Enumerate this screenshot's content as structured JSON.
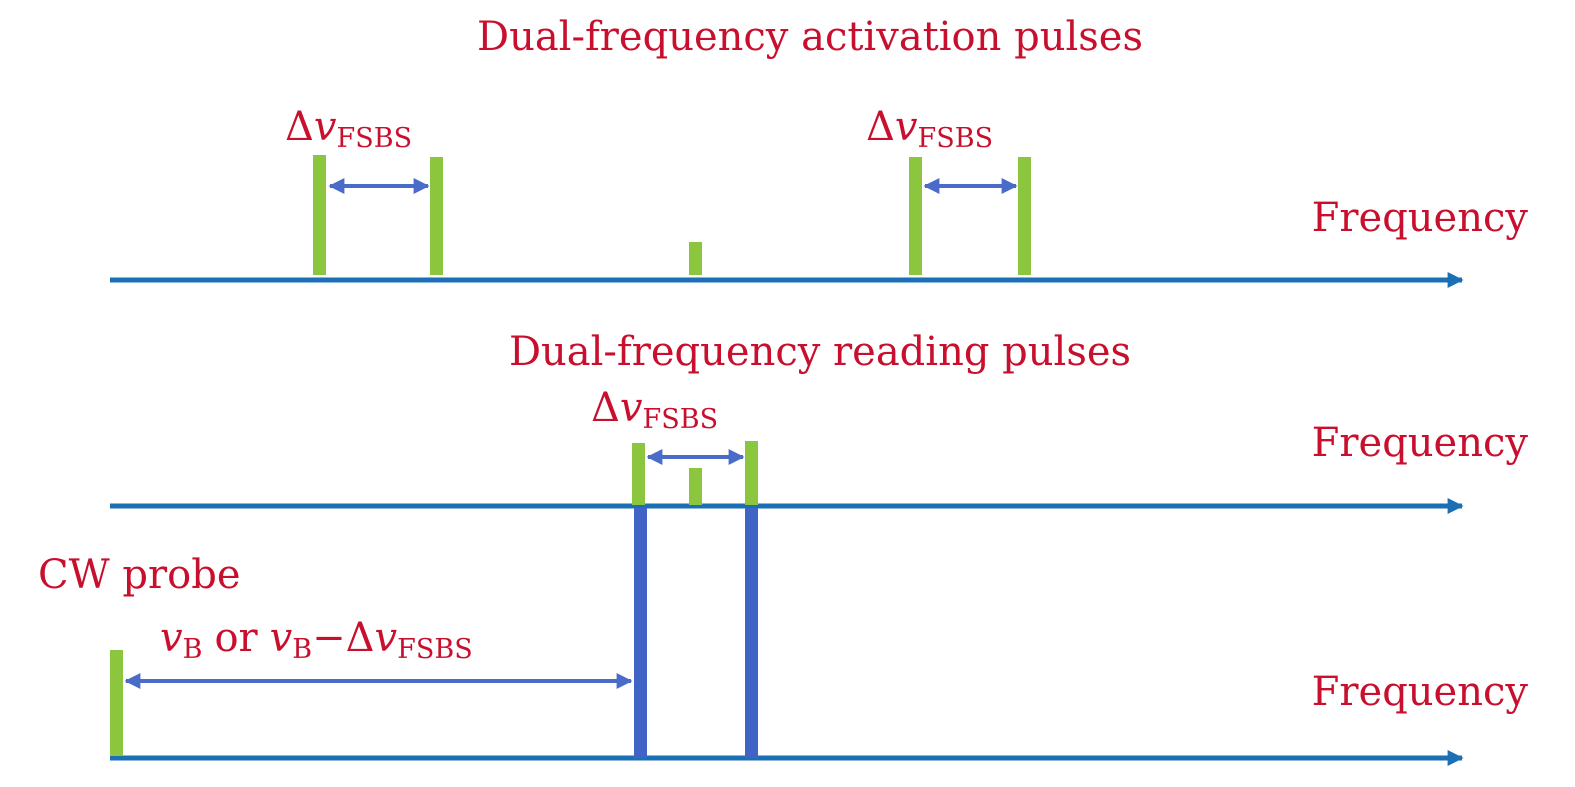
{
  "colors": {
    "axis": "#1a6fb5",
    "pulse_green": "#8cc63f",
    "probe_blue": "#3f64c6",
    "span_arrow": "#4a6cc8",
    "label_red": "#c8102e"
  },
  "panels": {
    "activation": {
      "title": "Dual-frequency activation pulses",
      "axis_label": "Frequency",
      "left_pair": {
        "delta": "Δ",
        "var": "v",
        "sub": "FSBS"
      },
      "right_pair": {
        "delta": "Δ",
        "var": "v",
        "sub": "FSBS"
      }
    },
    "reading": {
      "title": "Dual-frequency reading pulses",
      "axis_label": "Frequency",
      "pair": {
        "delta": "Δ",
        "var": "v",
        "sub": "FSBS"
      }
    },
    "probe": {
      "title": "CW probe",
      "axis_label": "Frequency",
      "span": {
        "v1": "v",
        "sub1": "B",
        "or": "or",
        "v2": "v",
        "sub2": "B",
        "minus": "−",
        "delta": "Δ",
        "v3": "v",
        "sub3": "FSBS"
      }
    }
  }
}
